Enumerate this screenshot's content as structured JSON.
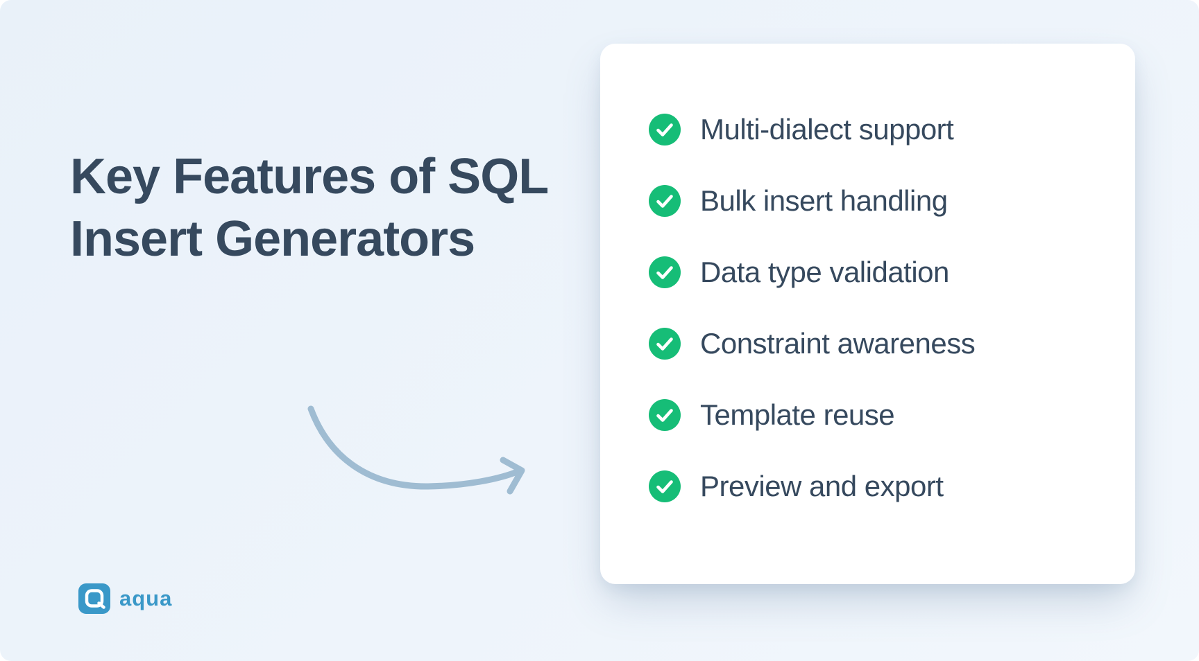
{
  "page": {
    "background": "#edf4fa"
  },
  "title": {
    "line1": "Key Features of SQL",
    "line2": "Insert Generators",
    "color": "#36495e"
  },
  "arrow": {
    "icon": "curved-arrow-icon",
    "color": "#9fbcd2"
  },
  "card": {
    "background": "#ffffff",
    "check_color": "#16bd77",
    "items": [
      {
        "icon": "check-icon",
        "label": "Multi-dialect support"
      },
      {
        "icon": "check-icon",
        "label": "Bulk insert handling"
      },
      {
        "icon": "check-icon",
        "label": "Data type validation"
      },
      {
        "icon": "check-icon",
        "label": "Constraint awareness"
      },
      {
        "icon": "check-icon",
        "label": "Template reuse"
      },
      {
        "icon": "check-icon",
        "label": "Preview and export"
      }
    ]
  },
  "logo": {
    "wordmark": "aqua",
    "color": "#3a98c8"
  }
}
